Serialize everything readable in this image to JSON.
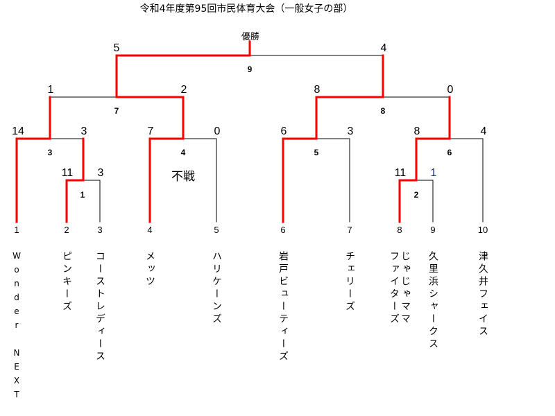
{
  "title": "令和4年度第95回市民体育大会（一般女子の部）",
  "champion_label": "優勝",
  "walkover_label": "不戦",
  "colors": {
    "winner_line": "#ff0000",
    "line": "#000000"
  },
  "teams": [
    {
      "seed": "1",
      "name": "Wonder NEXT"
    },
    {
      "seed": "2",
      "name": "ピンキーズ"
    },
    {
      "seed": "3",
      "name": "コーストレディース"
    },
    {
      "seed": "4",
      "name": "メッツ"
    },
    {
      "seed": "5",
      "name": "ハリケーンズ"
    },
    {
      "seed": "6",
      "name": "岩戸ビューティーズ"
    },
    {
      "seed": "7",
      "name": "チェリーズ"
    },
    {
      "seed": "8",
      "name": "じゃじゃママファイターズ",
      "name_lines": [
        "じゃじゃママ",
        "ファイターズ"
      ]
    },
    {
      "seed": "9",
      "name": "久里浜シャークス"
    },
    {
      "seed": "10",
      "name": "津久井フェイス"
    }
  ],
  "matches": [
    {
      "no": "1",
      "left_score": "11",
      "right_score": "3"
    },
    {
      "no": "2",
      "left_score": "11",
      "right_score": "1"
    },
    {
      "no": "3",
      "left_score": "14",
      "right_score": "3"
    },
    {
      "no": "4",
      "left_score": "7",
      "right_score": "0"
    },
    {
      "no": "5",
      "left_score": "6",
      "right_score": "3"
    },
    {
      "no": "6",
      "left_score": "8",
      "right_score": "4"
    },
    {
      "no": "7",
      "left_score": "1",
      "right_score": "2"
    },
    {
      "no": "8",
      "left_score": "8",
      "right_score": "0"
    },
    {
      "no": "9",
      "left_score": "5",
      "right_score": "4"
    }
  ]
}
